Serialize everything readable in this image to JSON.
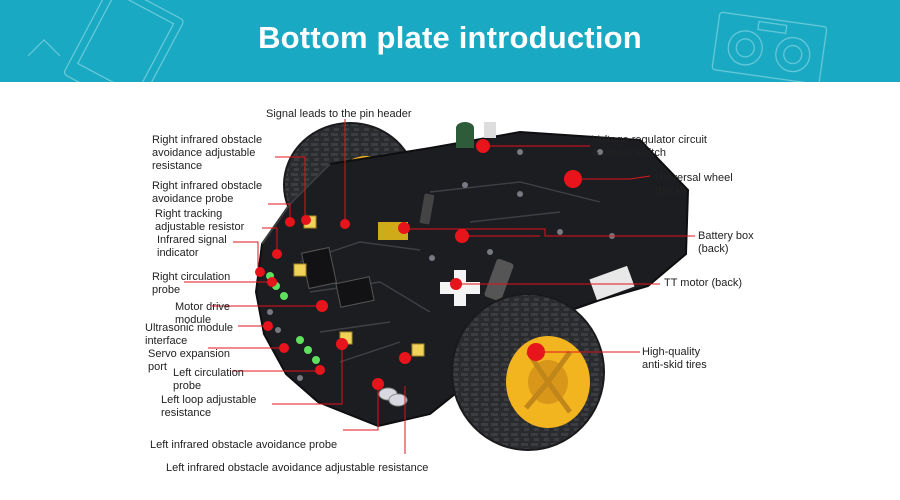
{
  "header": {
    "title": "Bottom plate introduction"
  },
  "colors": {
    "banner": "#1aa9c2",
    "marker": "#e8141c",
    "board": "#1c1d20",
    "tire": "#26272a",
    "hub": "#f3b51f"
  },
  "labels": {
    "signal_leads": "Signal leads to the pin header",
    "right_ir_resistance": "Right infrared obstacle\navoidance adjustable\nresistance",
    "right_ir_probe": "Right infrared obstacle\navoidance probe",
    "right_tracking": "Right tracking\nadjustable resistor",
    "ir_signal": "Infrared signal\nindicator",
    "right_circulation": "Right circulation\nprobe",
    "motor_drive": "Motor drive\nmodule",
    "ultrasonic": "Ultrasonic module\ninterface",
    "servo": "Servo expansion\nport",
    "left_circulation": "Left circulation\nprobe",
    "left_loop": "Left loop adjustable\nresistance",
    "left_ir_probe": "Left infrared obstacle avoidance probe",
    "left_ir_resistance": "Left infrared obstacle avoidance adjustable resistance",
    "voltage_regulator": "Voltage regulator circuit\n& power switch",
    "universal_wheel": "Universal wheel\n(back)",
    "battery_box": "Battery box\n(back)",
    "tt_motor": "TT motor (back)",
    "tires": "High-quality\nanti-skid tires"
  }
}
